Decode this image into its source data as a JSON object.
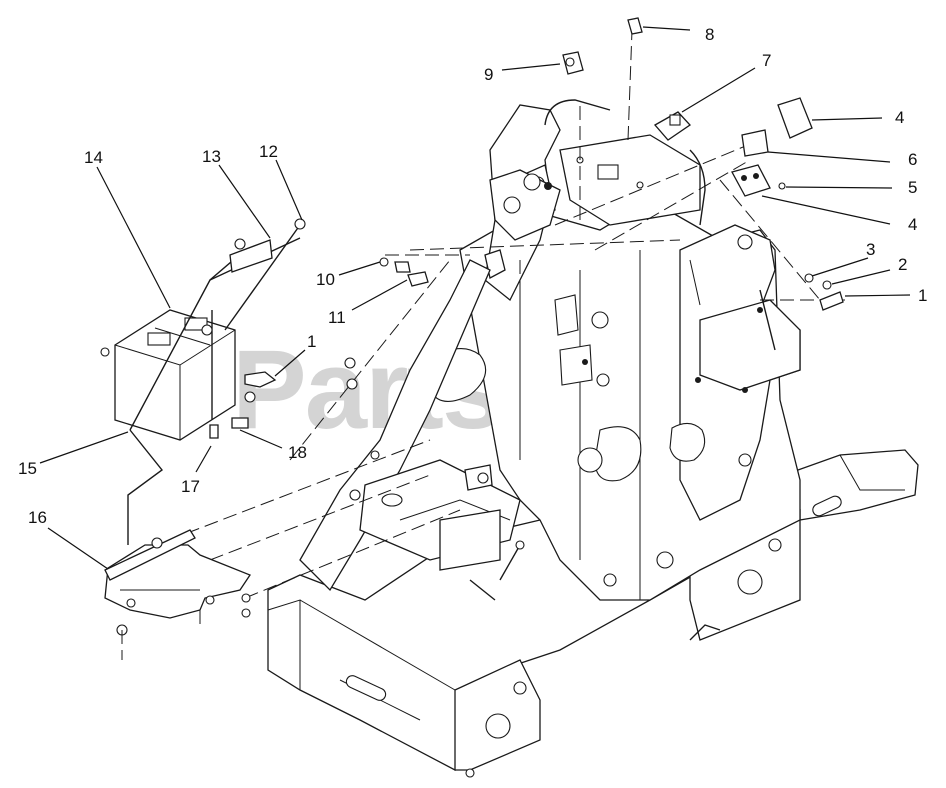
{
  "watermark": "PartsTree",
  "callouts": {
    "c1a": "1",
    "c1b": "1",
    "c2": "2",
    "c3": "3",
    "c4a": "4",
    "c4b": "4",
    "c5": "5",
    "c6": "6",
    "c7": "7",
    "c8": "8",
    "c9": "9",
    "c10": "10",
    "c11": "11",
    "c12": "12",
    "c13": "13",
    "c14": "14",
    "c15": "15",
    "c16": "16",
    "c17": "17",
    "c18": "18"
  }
}
